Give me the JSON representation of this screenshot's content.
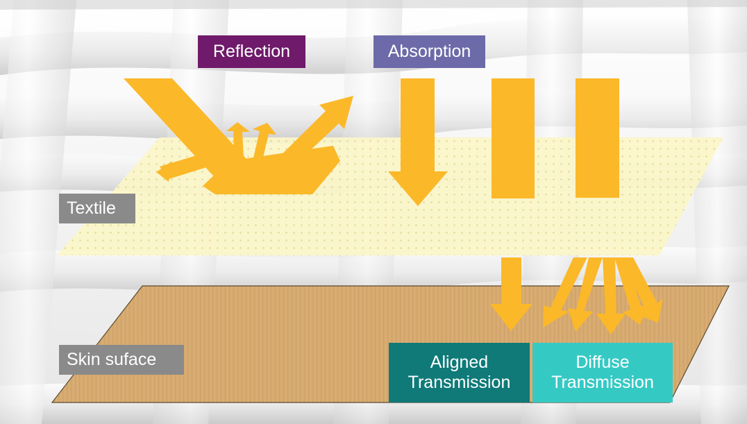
{
  "labels": {
    "reflection": "Reflection",
    "absorption": "Absorption",
    "textile": "Textile",
    "skin_surface": "Skin suface",
    "aligned_line1": "Aligned",
    "aligned_line2": "Transmission",
    "diffuse_line1": "Diffuse",
    "diffuse_line2": "Transmission"
  },
  "colors": {
    "reflection_box": "#6f1a6a",
    "absorption_box": "#6c6aa8",
    "grey_box": "#8a8a8a",
    "aligned_box": "#0f7a78",
    "diffuse_box": "#35c9c4",
    "arrow": "#fbb829",
    "textile_fill": "#fbf6c8",
    "skin_fill": "#d4a86e"
  },
  "icons": [
    "reflection-arrows",
    "absorption-arrow",
    "transmission-columns",
    "aligned-transmission-arrow",
    "diffuse-transmission-arrows"
  ]
}
